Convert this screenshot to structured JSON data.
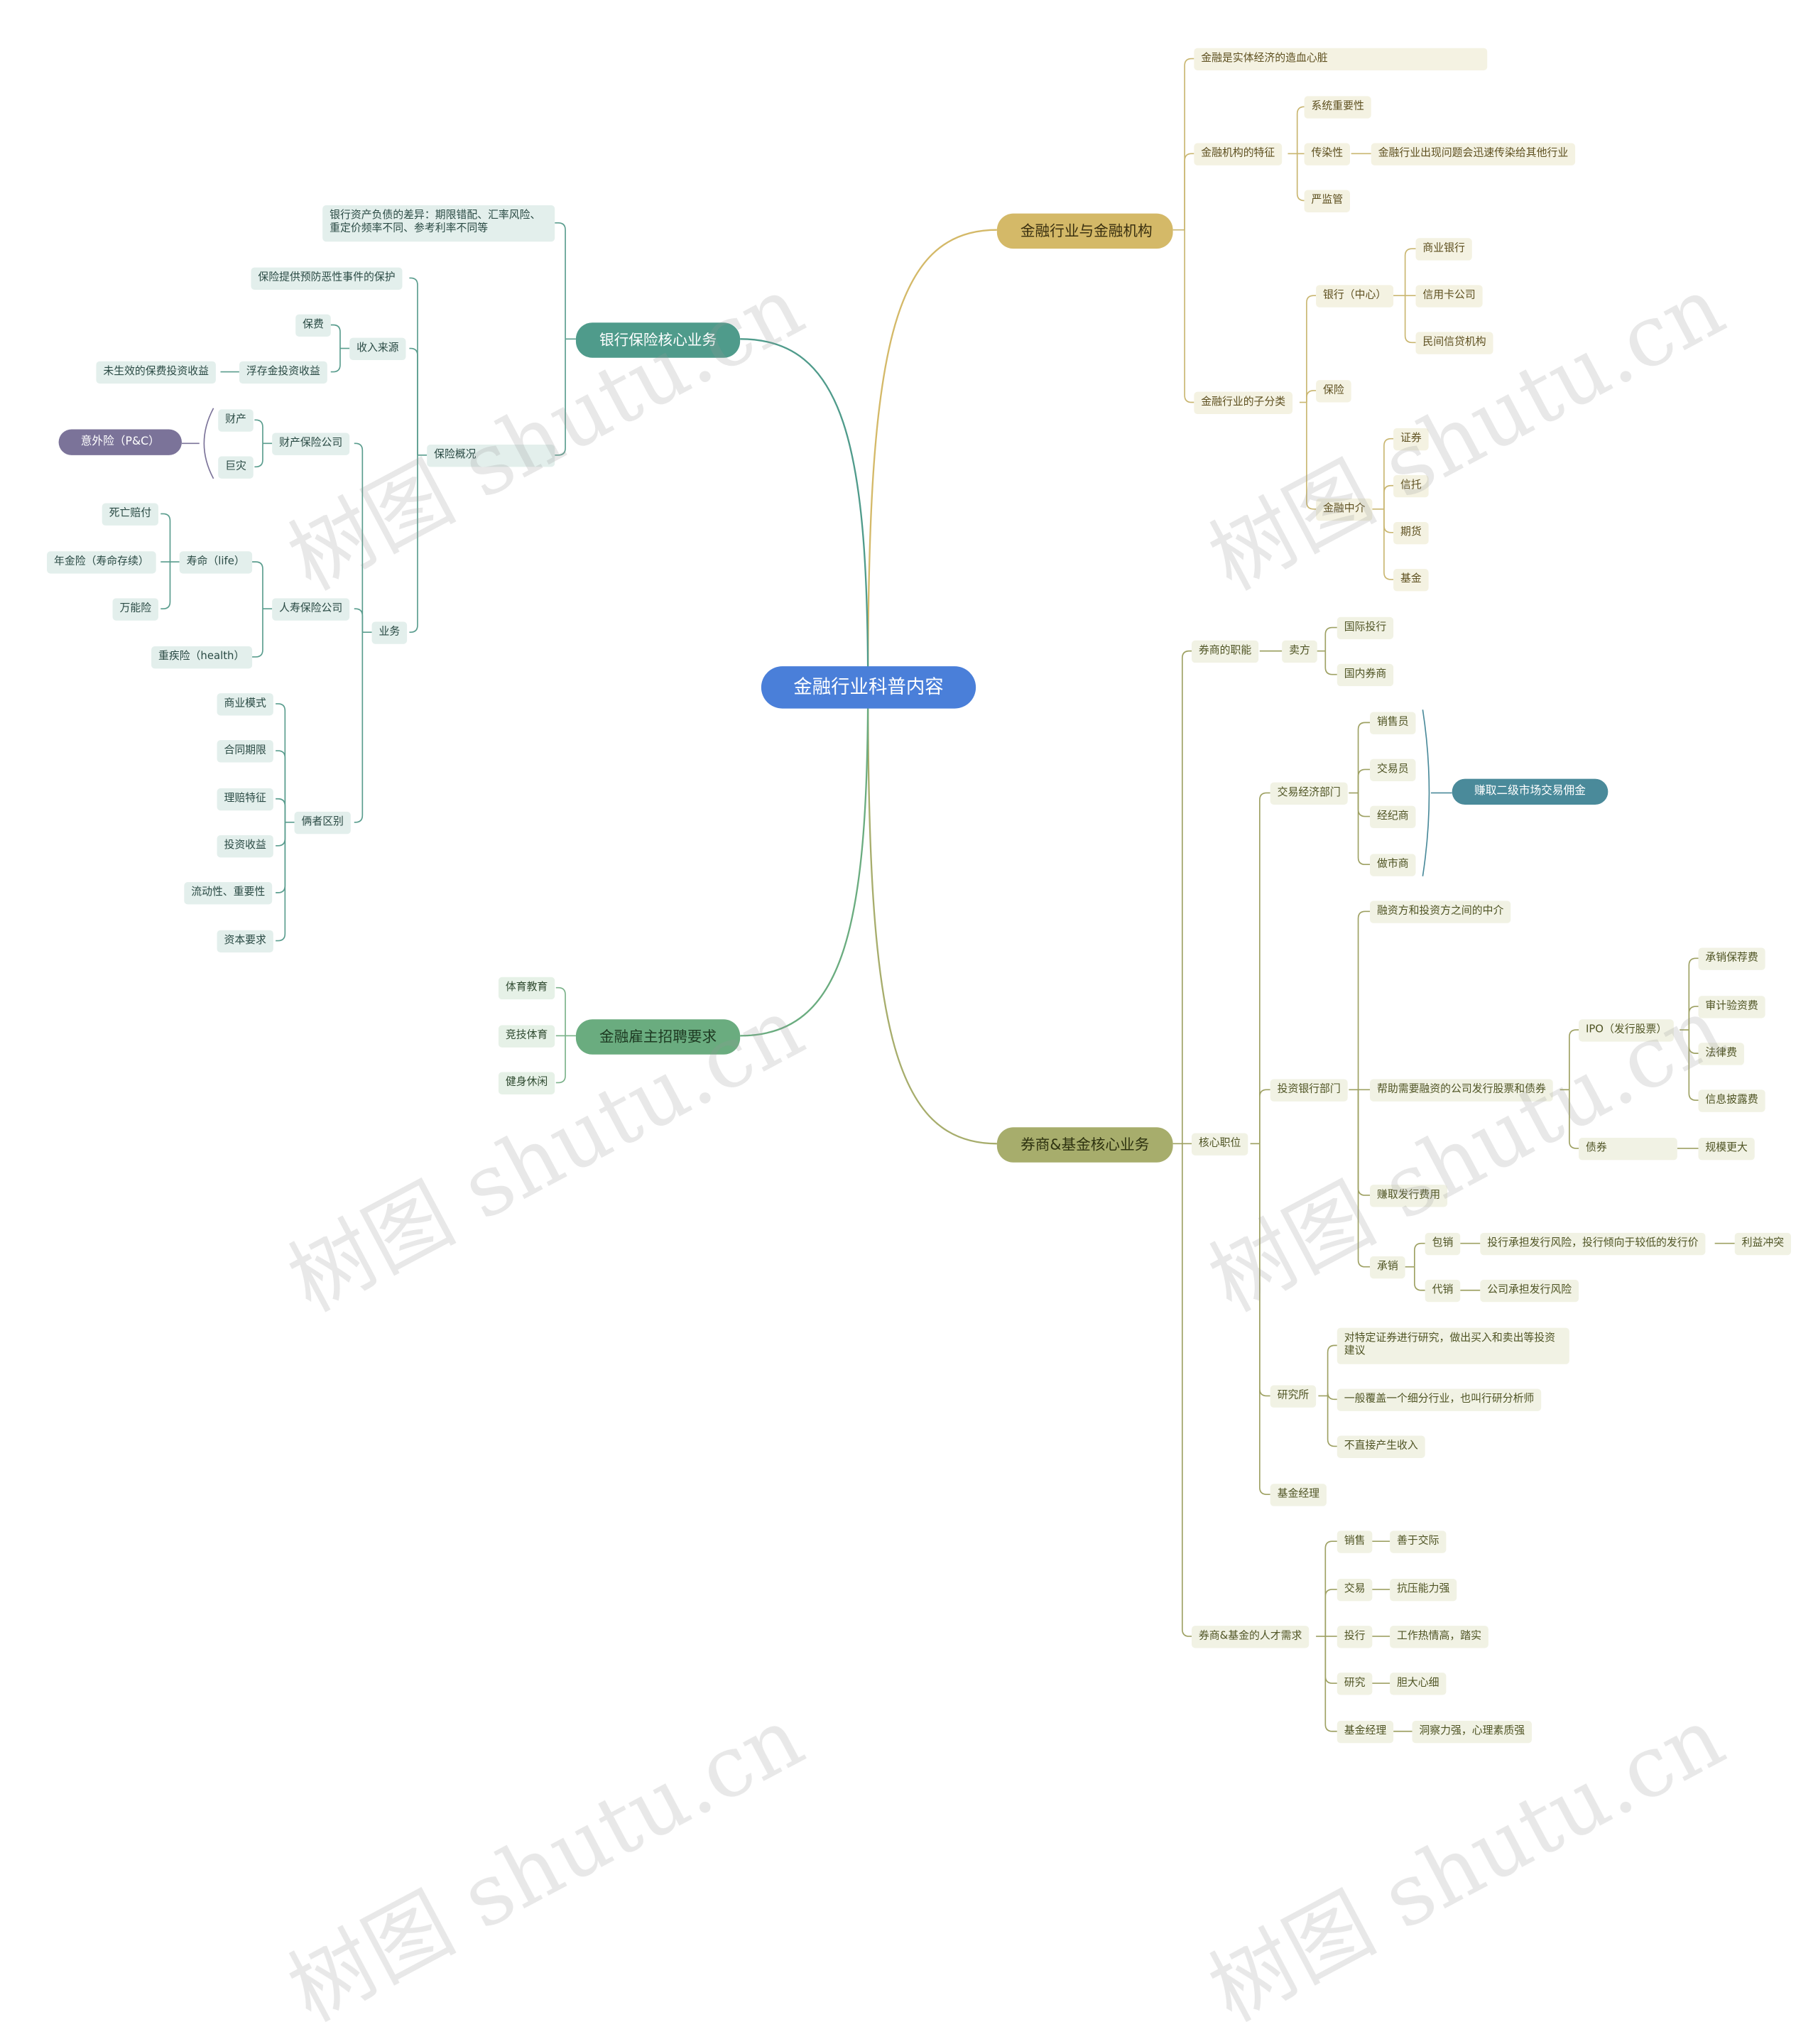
{
  "root": "金融行业科普内容",
  "branches": {
    "industry": {
      "title": "金融行业与金融机构",
      "n1": "金融是实体经济的造血心脏",
      "features": "金融机构的特征",
      "f_system": "系统重要性",
      "f_contagion": "传染性",
      "f_contagion_desc": "金融行业出现问题会迅速传染给其他行业",
      "f_regulation": "严监管",
      "subsectors": "金融行业的子分类",
      "bank": "银行（中心）",
      "bank_1": "商业银行",
      "bank_2": "信用卡公司",
      "bank_3": "民间信贷机构",
      "insurance": "保险",
      "intermediary": "金融中介",
      "int_1": "证券",
      "int_2": "信托",
      "int_3": "期货",
      "int_4": "基金"
    },
    "securities": {
      "title": "券商&基金核心业务",
      "duty": "券商的职能",
      "seller": "卖方",
      "intl_ib": "国际投行",
      "dom_broker": "国内券商",
      "core": "核心职位",
      "brokerage": "交易经济部门",
      "b_1": "销售员",
      "b_2": "交易员",
      "b_3": "经纪商",
      "b_4": "做市商",
      "commission": "赚取二级市场交易佣金",
      "ib": "投资银行部门",
      "ib_1": "融资方和投资方之间的中介",
      "ib_2": "帮助需要融资的公司发行股票和债券",
      "ipo": "IPO（发行股票）",
      "ipo_1": "承销保荐费",
      "ipo_2": "审计验资费",
      "ipo_3": "法律费",
      "ipo_4": "信息披露费",
      "bond": "债券",
      "bond_1": "规模更大",
      "ib_3": "赚取发行费用",
      "underwrite": "承销",
      "firm": "包销",
      "firm_desc": "投行承担发行风险，投行倾向于较低的发行价",
      "firm_conflict": "利益冲突",
      "agency": "代销",
      "agency_desc": "公司承担发行风险",
      "research": "研究所",
      "r_1": "对特定证券进行研究，做出买入和卖出等投资建议",
      "r_2": "一般覆盖一个细分行业，也叫行研分析师",
      "r_3": "不直接产生收入",
      "fund_mgr": "基金经理",
      "talent": "券商&基金的人才需求",
      "t_1": "销售",
      "t_1v": "善于交际",
      "t_2": "交易",
      "t_2v": "抗压能力强",
      "t_3": "投行",
      "t_3v": "工作热情高，踏实",
      "t_4": "研究",
      "t_4v": "胆大心细",
      "t_5": "基金经理",
      "t_5v": "洞察力强，心理素质强"
    },
    "bank_ins": {
      "title": "银行保险核心业务",
      "bank_diff": "银行资产负债的差异：期限错配、汇率风险、重定价频率不同、参考利率不同等",
      "overview": "保险概况",
      "protect": "保险提供预防恶性事件的保护",
      "income": "收入来源",
      "premium": "保费",
      "float": "浮存金投资收益",
      "float_desc": "未生效的保费投资收益",
      "biz": "业务",
      "pc_co": "财产保险公司",
      "property": "财产",
      "catastrophe": "巨灾",
      "pc": "意外险（P&C）",
      "life_co": "人寿保险公司",
      "life": "寿命（life）",
      "life_1": "死亡赔付",
      "life_2": "年金险（寿命存续）",
      "life_3": "万能险",
      "health": "重疾险（health）",
      "diff": "俩者区别",
      "d_1": "商业模式",
      "d_2": "合同期限",
      "d_3": "理赔特征",
      "d_4": "投资收益",
      "d_5": "流动性、重要性",
      "d_6": "资本要求"
    },
    "recruit": {
      "title": "金融雇主招聘要求",
      "r_1": "体育教育",
      "r_2": "竞技体育",
      "r_3": "健身休闲"
    }
  },
  "watermark": "树图 shutu.cn",
  "colors": {
    "root": "#4a7fd9",
    "gold": "#d4b968",
    "olive": "#a7ad6c",
    "teal": "#4f9b8b",
    "green": "#6aac7f",
    "purple": "#7b7399",
    "blue_teal": "#4a8a9a"
  }
}
